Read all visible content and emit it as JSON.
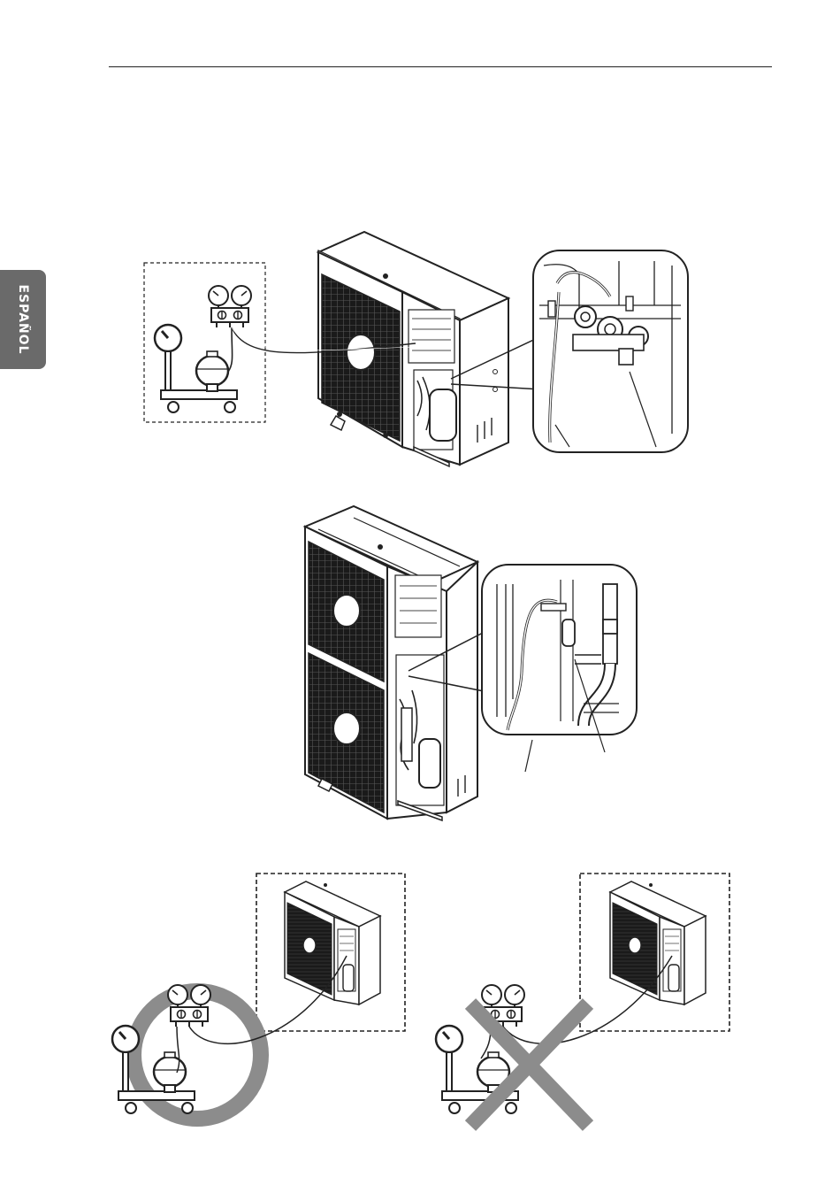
{
  "side_tab": {
    "label": "ESPAÑOL"
  },
  "figures": [
    {
      "name": "outdoor-unit-single-fan",
      "callouts": 2
    },
    {
      "name": "outdoor-unit-double-fan",
      "callouts": 2
    },
    {
      "name": "correct-connection",
      "mark": "circle"
    },
    {
      "name": "incorrect-connection",
      "mark": "cross"
    }
  ],
  "colors": {
    "line": "#222222",
    "mark": "#8c8c8c",
    "tab": "#6a6a6a"
  }
}
